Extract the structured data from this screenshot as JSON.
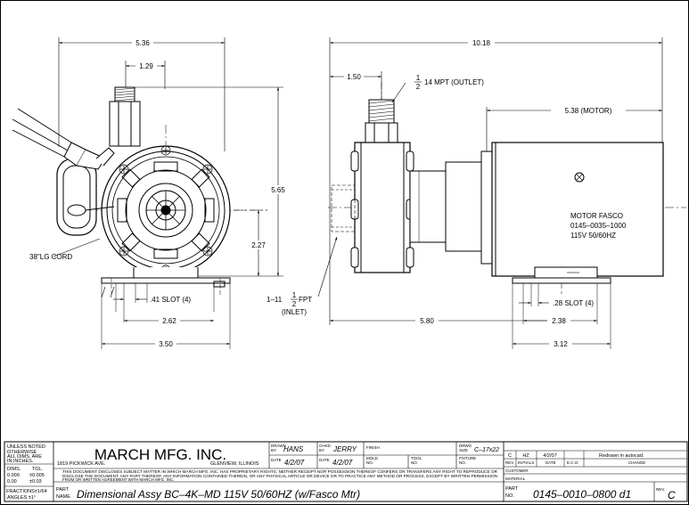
{
  "dimensions": {
    "front_width": "5.36",
    "front_outlet_offset": "1.29",
    "height": "5.65",
    "shaft_height": "2.27",
    "slot_front": ".41  SLOT (4)",
    "base_holes_front": "2.62",
    "base_width_front": "3.50",
    "cord": "38\"LG CORD",
    "overall_length": "10.18",
    "outlet_offset_side": "1.50",
    "outlet_thread": "14  MPT  (OUTLET)",
    "outlet_fraction_num": "1",
    "outlet_fraction_den": "2",
    "motor_length": "5.38  (MOTOR)",
    "inlet_prefix": "1–11",
    "inlet_fraction_num": "1",
    "inlet_fraction_den": "2",
    "inlet_suffix": " FPT",
    "inlet_label": "(INLET)",
    "inlet_offset": "5.80",
    "slot_side": ".28  SLOT (4)",
    "base_holes_side": "2.38",
    "base_width_side": "3.12"
  },
  "motor_label": [
    "MOTOR FASCO",
    "0145–0035–1000",
    "115V  50/60HZ"
  ],
  "title_block": {
    "unless_noted": [
      "UNLESS NOTED",
      "OTHERWISE",
      "ALL DIMS. ARE",
      "IN INCHES."
    ],
    "tolerances": {
      "header": [
        "DIMS.",
        "TOL."
      ],
      "rows": [
        [
          "0.000",
          "±0.005"
        ],
        [
          "0.00",
          "±0.03"
        ]
      ],
      "fractions": "FRACTIONS±1/64",
      "angles": "ANGLES  ±1°"
    },
    "company": "MARCH MFG. INC.",
    "address": "1819 PICKWICK AVE.",
    "city": "GLENVIEW, ILLINOIS",
    "drawn_label": [
      "DRAWN",
      "BY"
    ],
    "drawn_by": "HANS",
    "chkd_label": [
      "CHKD",
      "BY"
    ],
    "chkd_by": "JERRY",
    "date_label": "DATE",
    "drawn_date": "4/2/07",
    "chkd_date": "4/2/07",
    "finish_label": "FINISH",
    "drwg_label": [
      "DRWG",
      "SIZE"
    ],
    "drwg_size": "C–17x22",
    "mold_label": [
      "MOLD",
      "NO."
    ],
    "tool_label": [
      "TOOL",
      "NO."
    ],
    "fixture_label": [
      "FIXTURE",
      "NO."
    ],
    "disclaimer": [
      "THIS DOCUMENT DISCLOSES SUBJECT MATTER IN WHICH MARCH MFG. INC. HAS PROPRIETARY RIGHTS. NEITHER RECEIPT NOR POSSESSION THEREOF CONFERS OR TRANSFERS ANY RIGHT TO REPRODUCE OR",
      "DISCLOSE THE DOCUMENT, ANY PART THEREOF, ANY INFORMATION CONTAINED THEREIN, OR ANY PHYSICAL ARTICLE OR DEVICE OR TO PRACTICE ANY METHOD OR PROCESS, EXCEPT BY WRITTEN PERMISSION",
      "FROM OR WRITTEN AGREEMENT WITH MARCH MFG. INC."
    ],
    "part_label": [
      "PART",
      "NAME"
    ],
    "part_name": "Dimensional Assy BC–4K–MD 115V 50/60HZ (w/Fasco Mtr)",
    "revision_row": {
      "rev": "C",
      "initials": "HZ",
      "date": "4/2/07",
      "eco": "",
      "change": "Redrawn in autocad."
    },
    "rev_headers": [
      "REV.",
      "INITIALS",
      "DATE",
      "E.C.O.",
      "CHANGE"
    ],
    "customer_label": "CUSTOMER",
    "material_label": "MATERIAL",
    "part_no_label": [
      "PART",
      "NO."
    ],
    "part_no": "0145–0010–0800 d1",
    "rev_label": "REV.",
    "rev": "C"
  }
}
